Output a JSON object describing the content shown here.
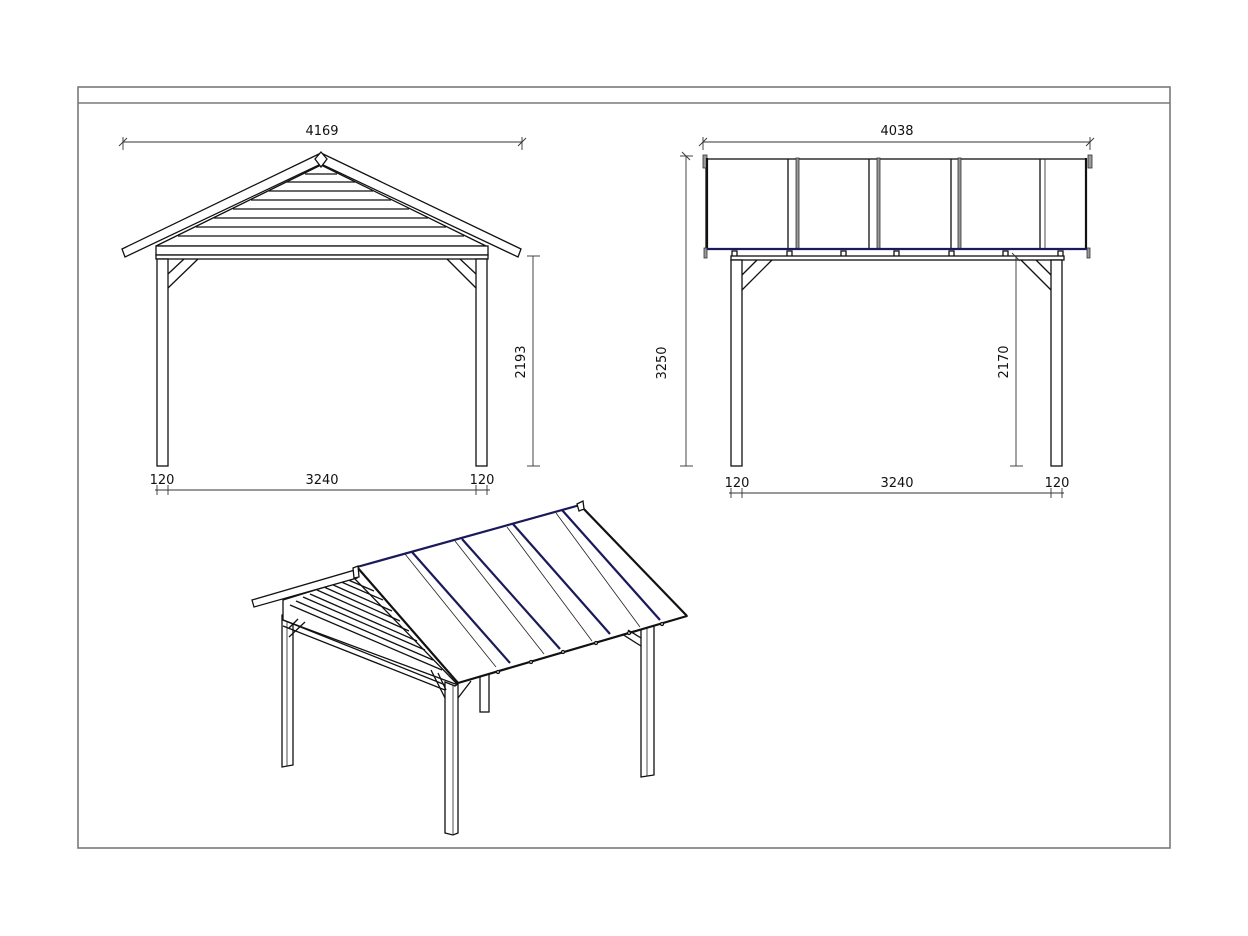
{
  "drawing": {
    "type": "technical drawing",
    "subject": "gable-roof wooden pavilion / pergola with polycarbonate roof panels",
    "frame": {
      "stroke_color": "#7a7a7a",
      "background": "#ffffff"
    },
    "views": {
      "front_elevation": {
        "overall_width_label": "4169",
        "height_label": "2193",
        "post_left_width_label": "120",
        "span_label": "3240",
        "post_right_width_label": "120"
      },
      "side_elevation": {
        "overall_width_label": "4038",
        "total_height_label": "3250",
        "clear_height_label": "2170",
        "post_left_width_label": "120",
        "span_label": "3240",
        "post_right_width_label": "120",
        "roof_panel_count": 5
      },
      "isometric_view": {
        "roof_panel_count": 5,
        "accent_color": "#1a1a5a"
      }
    }
  }
}
